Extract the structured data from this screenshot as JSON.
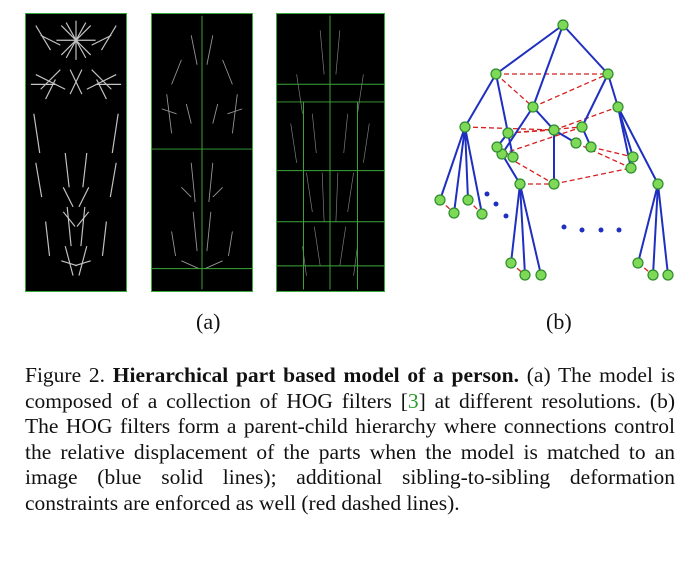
{
  "panels": {
    "a_label": "(a)",
    "b_label": "(b)"
  },
  "colors": {
    "filter_border": "#3aa83a",
    "node_fill": "#7ed957",
    "node_stroke": "#2e8b2e",
    "tree_edge": "#1f2fbf",
    "sibling_edge": "#d42020",
    "citation": "#2a9d2a"
  },
  "caption": {
    "figure_label": "Figure 2.",
    "title": "Hierarchical part based model of a person.",
    "text_1": "(a) The model is composed of a collection of HOG filters [",
    "citation": "3",
    "text_2": "] at different resolutions. (b) The HOG filters form a parent-child hierarchy where connections control the relative displacement of the parts when the model is matched to an image (blue solid lines); additional sibling-to-sibling deformation constraints are enforced as well (red dashed lines)."
  }
}
